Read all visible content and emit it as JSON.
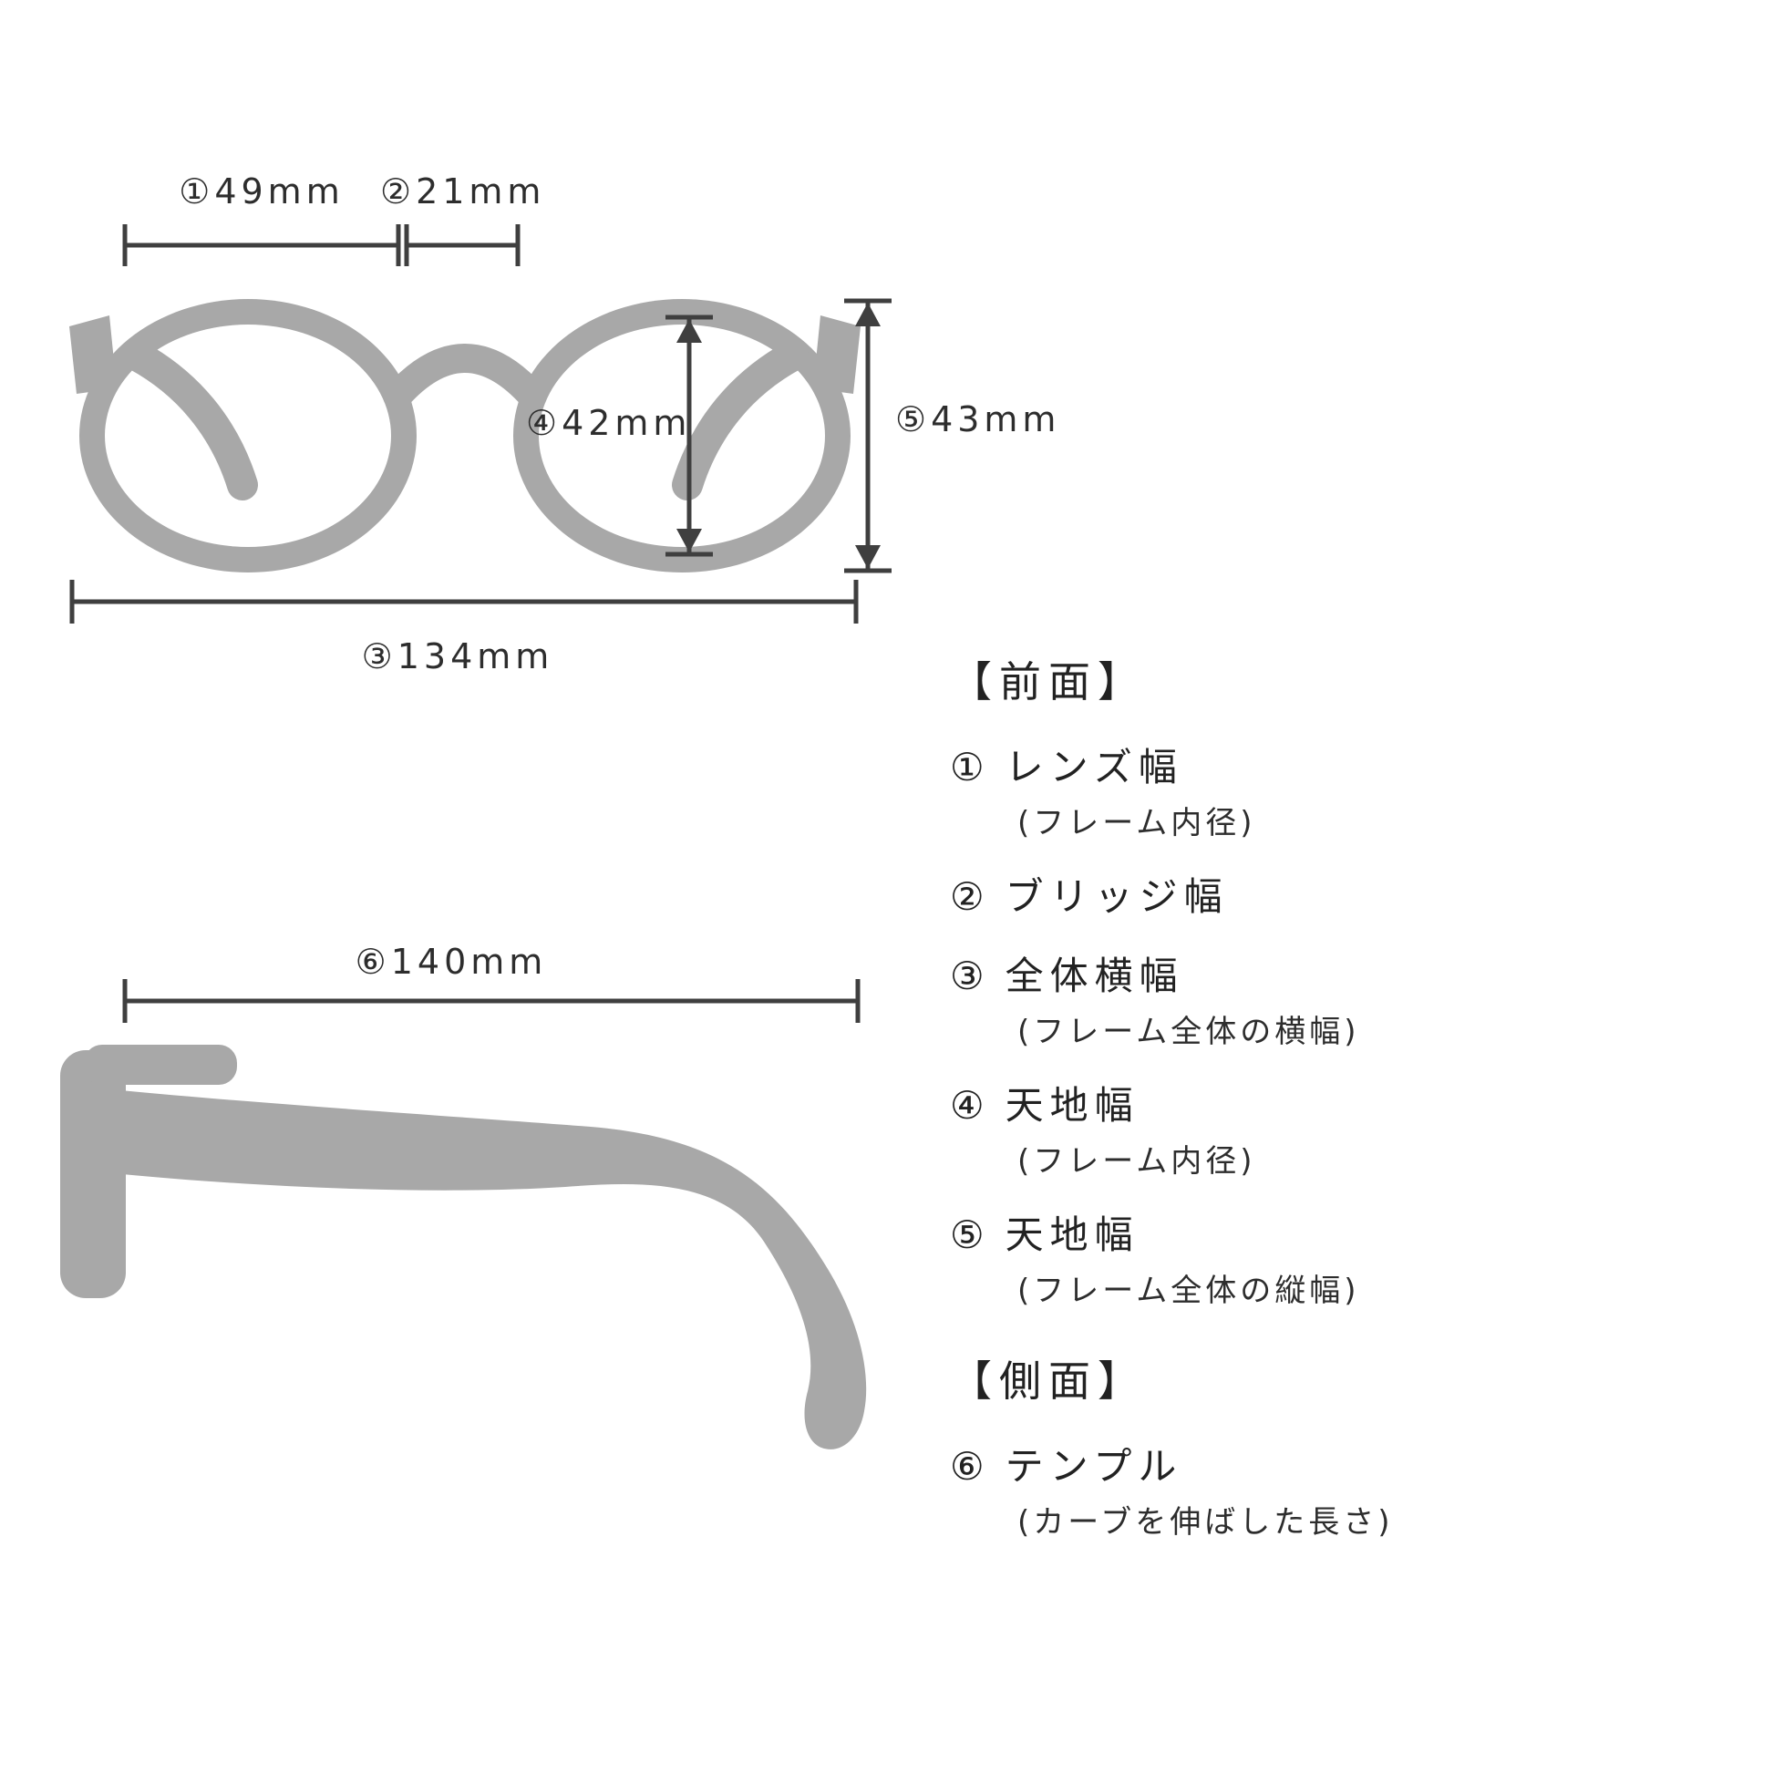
{
  "colors": {
    "background": "#ffffff",
    "silhouette": "#a8a8a8",
    "dimension_line": "#3f3f3f",
    "text": "#2d2d2d"
  },
  "front_view": {
    "lens_width_label": "①49mm",
    "bridge_width_label": "②21mm",
    "total_width_label": "③134mm",
    "lens_height_label": "④42mm",
    "frame_height_label": "⑤43mm"
  },
  "side_view": {
    "temple_length_label": "⑥140mm"
  },
  "legend": {
    "front_heading": "【前面】",
    "side_heading": "【側面】",
    "items_front": [
      {
        "num": "①",
        "label": "レンズ幅",
        "sub": "(フレーム内径)"
      },
      {
        "num": "②",
        "label": "ブリッジ幅",
        "sub": ""
      },
      {
        "num": "③",
        "label": "全体横幅",
        "sub": "(フレーム全体の横幅)"
      },
      {
        "num": "④",
        "label": "天地幅",
        "sub": "(フレーム内径)"
      },
      {
        "num": "⑤",
        "label": "天地幅",
        "sub": "(フレーム全体の縦幅)"
      }
    ],
    "items_side": [
      {
        "num": "⑥",
        "label": "テンプル",
        "sub": "(カーブを伸ばした長さ)"
      }
    ]
  }
}
